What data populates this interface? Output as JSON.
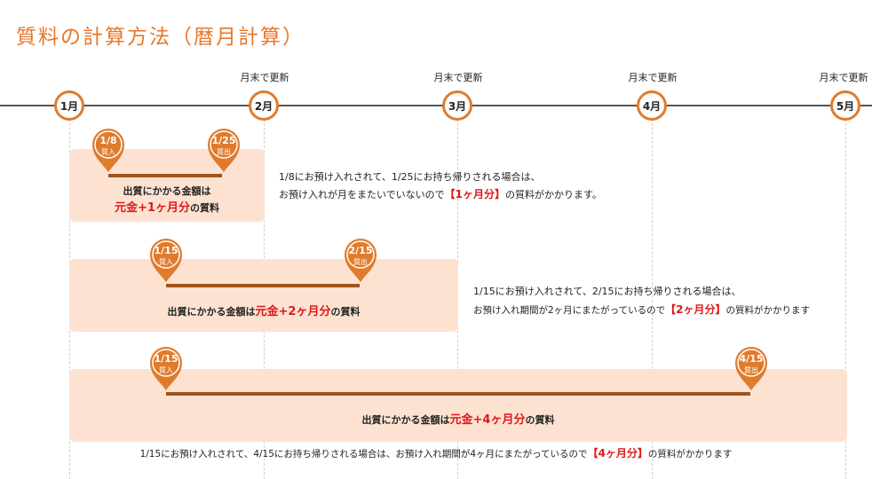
{
  "title": "質料の計算方法（暦月計算）",
  "update_label": "月末で更新",
  "months": [
    "1月",
    "2月",
    "3月",
    "4月",
    "5月"
  ],
  "colors": {
    "accent": "#e8772a",
    "pin": "#e07b2c",
    "box": "#fde2d2",
    "bar": "#a0541c",
    "highlight": "#e01818"
  },
  "cases": [
    {
      "start_date": "1/8",
      "start_tag": "質入",
      "end_date": "1/25",
      "end_tag": "質出",
      "box_line1": "出質にかかる金額は",
      "box_amount": "元金+1ヶ月分",
      "box_suffix": "の質料",
      "desc_line1": "1/8にお預け入れされて、1/25にお持ち帰りされる場合は、",
      "desc_line2_pre": "お預け入れが月をまたいでいないので",
      "desc_highlight": "【1ヶ月分】",
      "desc_line2_post": "の質料がかかります。"
    },
    {
      "start_date": "1/15",
      "start_tag": "質入",
      "end_date": "2/15",
      "end_tag": "質出",
      "box_prefix": "出質にかかる金額は",
      "box_amount": "元金+2ヶ月分",
      "box_suffix": "の質料",
      "desc_line1": "1/15にお預け入れされて、2/15にお持ち帰りされる場合は、",
      "desc_line2_pre": "お預け入れ期間が2ヶ月にまたがっているので",
      "desc_highlight": "【2ヶ月分】",
      "desc_line2_post": "の質料がかかります"
    },
    {
      "start_date": "1/15",
      "start_tag": "質入",
      "end_date": "4/15",
      "end_tag": "質出",
      "box_prefix": "出質にかかる金額は",
      "box_amount": "元金+4ヶ月分",
      "box_suffix": "の質料",
      "desc_pre": "1/15にお預け入れされて、4/15にお持ち帰りされる場合は、お預け入れ期間が4ヶ月にまたがっているので",
      "desc_highlight": "【4ヶ月分】",
      "desc_post": "の質料がかかります"
    }
  ]
}
